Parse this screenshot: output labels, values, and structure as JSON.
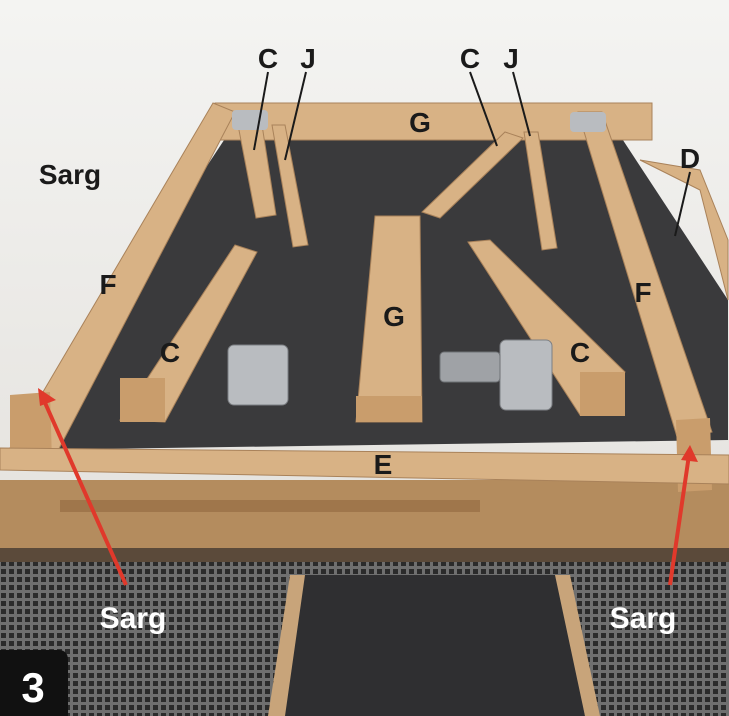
{
  "step_number": "3",
  "labels": {
    "sarg_top_left": "Sarg",
    "c_top_left": "C",
    "j_top_left": "J",
    "g_top": "G",
    "c_top_right": "C",
    "j_top_right": "J",
    "d": "D",
    "f_left": "F",
    "f_right": "F",
    "g_center": "G",
    "c_left": "C",
    "c_right": "C",
    "e": "E",
    "sarg_bottom_left": "Sarg",
    "sarg_bottom_right": "Sarg"
  },
  "colors": {
    "arrow": "#e0392b",
    "wood": "#d8b285",
    "board": "#3a3a3c"
  }
}
